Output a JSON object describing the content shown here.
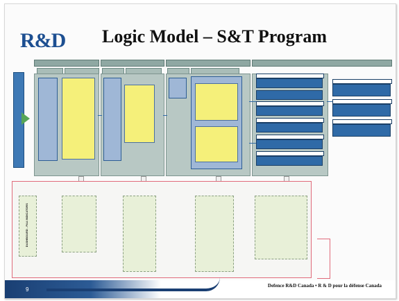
{
  "slide": {
    "logo": "R&D",
    "title": "Logic Model – S&T Program",
    "page_number": "9",
    "footer": "Defence R&D Canada   •   R & D pour la défense Canada"
  },
  "left_label": "DASHBOARD - PAA INDICATORS"
}
